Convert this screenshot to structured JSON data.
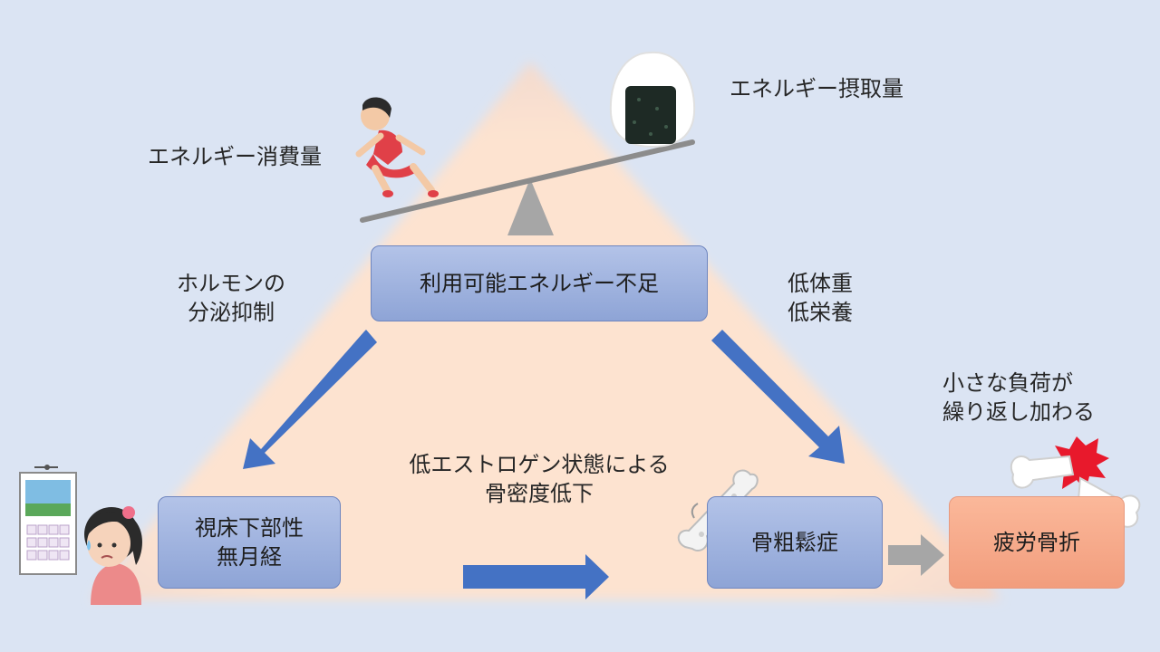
{
  "labels": {
    "energy_intake": "エネルギー摂取量",
    "energy_expenditure": "エネルギー消費量",
    "hormone_line1": "ホルモンの",
    "hormone_line2": "分泌抑制",
    "lowweight_line1": "低体重",
    "lowweight_line2": "低栄養",
    "load_line1": "小さな負荷が",
    "load_line2": "繰り返し加わる",
    "estrogen_line1": "低エストロゲン状態による",
    "estrogen_line2": "骨密度低下"
  },
  "boxes": {
    "energy_deficiency": "利用可能エネルギー不足",
    "amenorrhea_line1": "視床下部性",
    "amenorrhea_line2": "無月経",
    "osteoporosis": "骨粗鬆症",
    "stress_fracture": "疲労骨折"
  },
  "colors": {
    "background": "#dbe4f3",
    "triangle": "#fde3d0",
    "arrow_blue": "#4472c4",
    "arrow_gray": "#a6a6a6",
    "box_blue": "#9fb2de",
    "box_orange": "#f7a98a"
  },
  "icons": [
    "runner-icon",
    "rice-ball-icon",
    "seesaw-icon",
    "calendar-icon",
    "worried-girl-icon",
    "brittle-bone-icon",
    "broken-bone-icon"
  ]
}
